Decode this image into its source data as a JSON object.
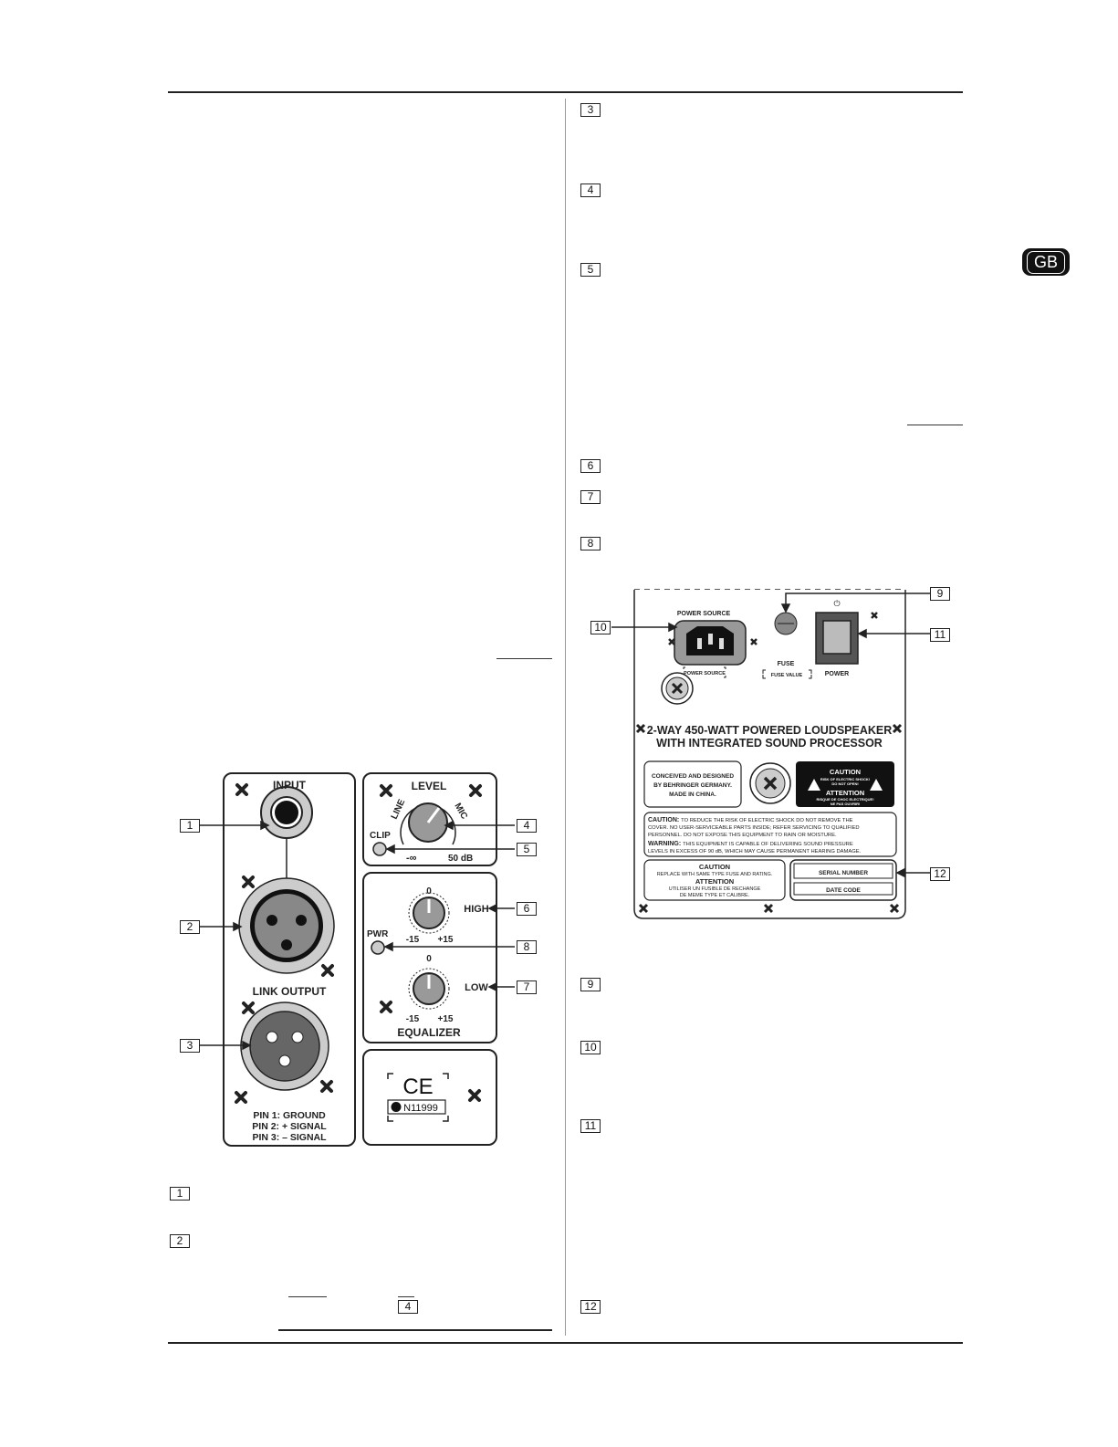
{
  "badge": {
    "language": "GB"
  },
  "left_figure": {
    "callouts": [
      "1",
      "2",
      "3",
      "4",
      "5",
      "6",
      "7",
      "8"
    ],
    "input_panel": {
      "input_label": "INPUT",
      "link_output_label": "LINK OUTPUT",
      "pin1": "PIN 1: GROUND",
      "pin2": "PIN 2: + SIGNAL",
      "pin3": "PIN 3: – SIGNAL"
    },
    "level_panel": {
      "title": "LEVEL",
      "line": "LINE",
      "mic": "MIC",
      "clip": "CLIP",
      "min": "-∞",
      "max": "50 dB"
    },
    "eq_panel": {
      "zero_high": "0",
      "high": "HIGH",
      "pwr": "PWR",
      "minus_high": "-15",
      "plus_high": "+15",
      "zero_low": "0",
      "low": "LOW",
      "minus_low": "-15",
      "plus_low": "+15",
      "title": "EQUALIZER"
    },
    "cert_panel": {
      "ce": "CE",
      "cert_no": "N11999"
    }
  },
  "right_figure": {
    "callouts": [
      "9",
      "10",
      "11",
      "12"
    ],
    "power_source": "POWER SOURCE",
    "power_source_box": "POWER SOURCE",
    "fuse": "FUSE",
    "fuse_value": "FUSE VALUE",
    "power_symbol": "⏻",
    "power": "POWER",
    "headline1": "2-WAY 450-WATT POWERED LOUDSPEAKER",
    "headline2": "WITH INTEGRATED SOUND PROCESSOR",
    "conceived1": "CONCEIVED AND DESIGNED",
    "conceived2": "BY BEHRINGER GERMANY.",
    "conceived3": "MADE IN CHINA.",
    "caution_label_title": "CAUTION",
    "caution_label_l1": "RISK OF ELECTRIC SHOCK!",
    "caution_label_l2": "DO NOT OPEN!",
    "attention_label_title": "ATTENTION",
    "attention_label_l1": "RISQUE DE CHOC ELECTRIQUE!",
    "attention_label_l2": "NE PAS OUVRIR!",
    "caution_word": "CAUTION:",
    "caution_text1": "TO REDUCE THE RISK OF ELECTRIC SHOCK DO NOT REMOVE THE",
    "caution_text2": "COVER. NO USER-SERVICEABLE PARTS INSIDE; REFER SERVICING TO QUALIFIED",
    "caution_text3": "PERSONNEL. DO NOT EXPOSE THIS EQUIPMENT TO RAIN OR MOISTURE.",
    "warning_word": "WARNING:",
    "warning_text1": "THIS EQUIPMENT IS CAPABLE OF DELIVERING SOUND PRESSURE",
    "warning_text2": "LEVELS IN EXCESS OF 90 dB, WHICH MAY CAUSE PERMANENT HEARING DAMAGE.",
    "fuse_caution_title": "CAUTION",
    "fuse_caution_text": "REPLACE WITH SAME TYPE FUSE AND RATING.",
    "fuse_attention_title": "ATTENTION",
    "fuse_attention_text1": "UTILISER UN FUSIBLE DE RECHANGE",
    "fuse_attention_text2": "DE MEME TYPE ET CALIBRE.",
    "serial_number": "SERIAL NUMBER",
    "date_code": "DATE CODE"
  },
  "text_refs": {
    "right_top": [
      "3",
      "4",
      "5",
      "6",
      "7",
      "8"
    ],
    "right_bottom": [
      "9",
      "10",
      "11",
      "12"
    ],
    "left_bottom": [
      "1",
      "2"
    ],
    "inline_ref": "4"
  }
}
